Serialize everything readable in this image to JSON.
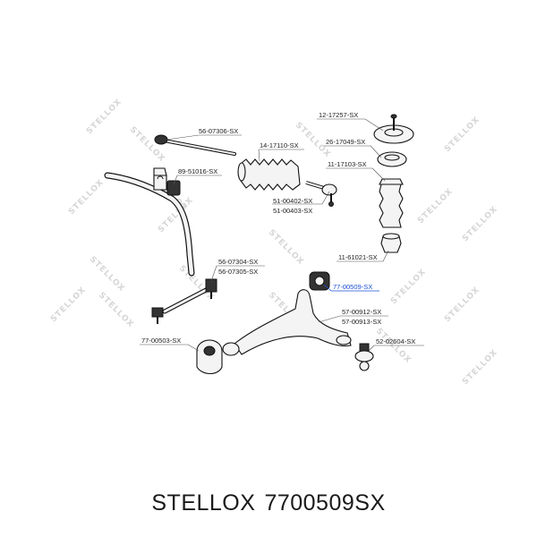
{
  "watermark": "STELLOX",
  "labels": {
    "l1": "56-07306-SX",
    "l2": "14-17110-SX",
    "l3": "12-17257-SX",
    "l4": "26-17049-SX",
    "l5": "11-17103-SX",
    "l6": "89-51016-SX",
    "l7": "51-00402-SX",
    "l8": "51-00403-SX",
    "l9": "11-61021-SX",
    "l10": "56-07304-SX",
    "l11": "56-07305-SX",
    "l12": "77-00509-SX",
    "l13": "57-00912-SX",
    "l14": "57-00913-SX",
    "l15": "77-00503-SX",
    "l16": "52-02604-SX"
  },
  "colors": {
    "highlight": "#1a4fd6",
    "ink": "#111111",
    "watermark": "#d6d6d6"
  },
  "caption": {
    "brand": "STELLOX",
    "part_number": "7700509SX"
  }
}
